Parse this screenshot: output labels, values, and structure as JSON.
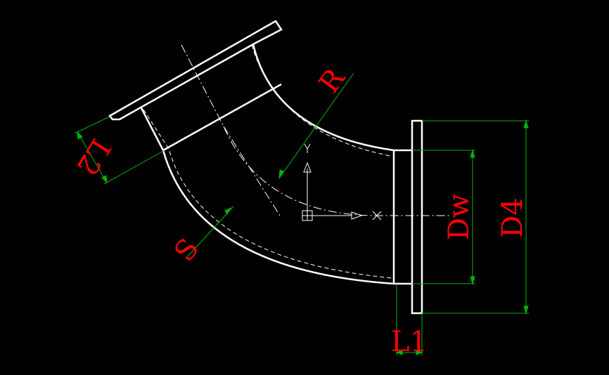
{
  "colors": {
    "background": "#000000",
    "outline": "#ffffff",
    "dimension": "#00b400",
    "label": "#ff0000"
  },
  "labels": {
    "R": "R",
    "L2": "L2",
    "S": "S",
    "Dw": "Dw",
    "D4": "D4",
    "L1": "L1"
  },
  "ucs_icon": {
    "axis_y": "Y",
    "axis_x": "X"
  }
}
